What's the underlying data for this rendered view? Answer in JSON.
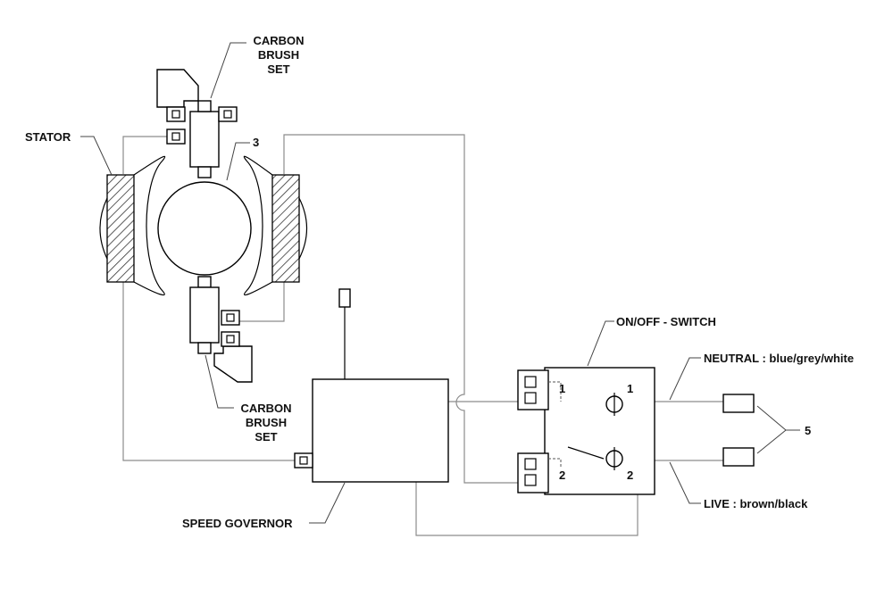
{
  "labels": {
    "carbon_brush_top": [
      "CARBON",
      "BRUSH",
      "SET"
    ],
    "carbon_brush_bottom": [
      "CARBON",
      "BRUSH",
      "SET"
    ],
    "stator": "STATOR",
    "armature_ref": "3",
    "switch_title": "ON/OFF - SWITCH",
    "neutral": "NEUTRAL : blue/grey/white",
    "live": "LIVE : brown/black",
    "plug_ref": "5",
    "speed_governor": "SPEED GOVERNOR",
    "terminal_1_left": "1",
    "terminal_2_left": "2",
    "terminal_1_right": "1",
    "terminal_2_right": "2"
  },
  "colors": {
    "wire": "#8c8c8c",
    "outline": "#000000",
    "background": "#ffffff"
  }
}
